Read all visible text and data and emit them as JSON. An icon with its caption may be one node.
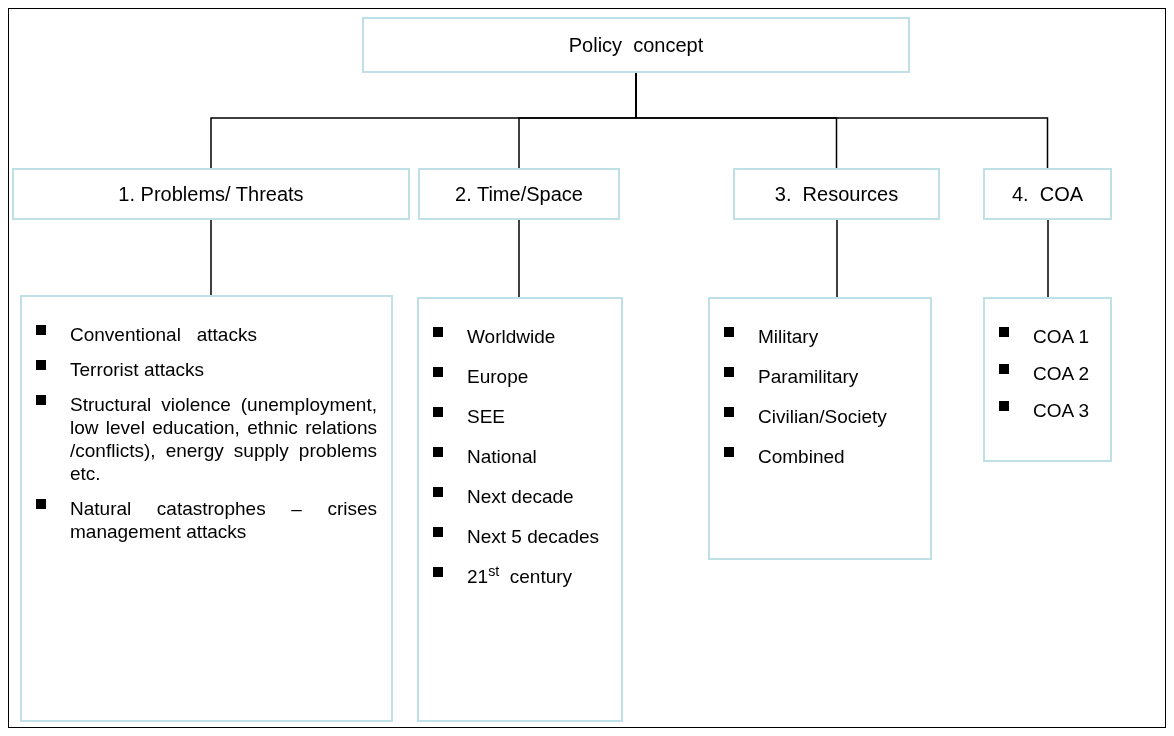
{
  "diagram": {
    "nodes": [
      {
        "text": [
          "Policy  concept"
        ]
      },
      {
        "text": [
          "1. Problems/ Threats"
        ]
      },
      {
        "text": [
          "2. Time/Space"
        ]
      },
      {
        "text": [
          "3.  Resources"
        ]
      },
      {
        "text": [
          "4.  COA"
        ]
      },
      {
        "text": [
          "Conventional   attacks",
          "Terrorist attacks",
          "Structural violence (unemployment, low level education, ethnic relations /conflicts), energy supply problems etc.",
          "Natural catastrophes – crises management attacks"
        ]
      },
      {
        "text": [
          "Worldwide",
          "Europe",
          "SEE",
          "National",
          "Next decade",
          "Next 5 decades",
          "21$^{st}$  century"
        ]
      },
      {
        "text": [
          "Military",
          "Paramilitary",
          "Civilian/Society",
          "Combined"
        ]
      },
      {
        "text": [
          "COA 1",
          "COA 2",
          "COA 3"
        ]
      }
    ],
    "edges": [
      {
        "from": 0,
        "to": 1,
        "arrow": "none"
      },
      {
        "from": 0,
        "to": 2,
        "arrow": "none"
      },
      {
        "from": 0,
        "to": 3,
        "arrow": "none"
      },
      {
        "from": 0,
        "to": 4,
        "arrow": "none"
      },
      {
        "from": 1,
        "to": 5,
        "arrow": "none"
      },
      {
        "from": 2,
        "to": 6,
        "arrow": "none"
      },
      {
        "from": 3,
        "to": 7,
        "arrow": "none"
      },
      {
        "from": 4,
        "to": 8,
        "arrow": "none"
      }
    ]
  }
}
